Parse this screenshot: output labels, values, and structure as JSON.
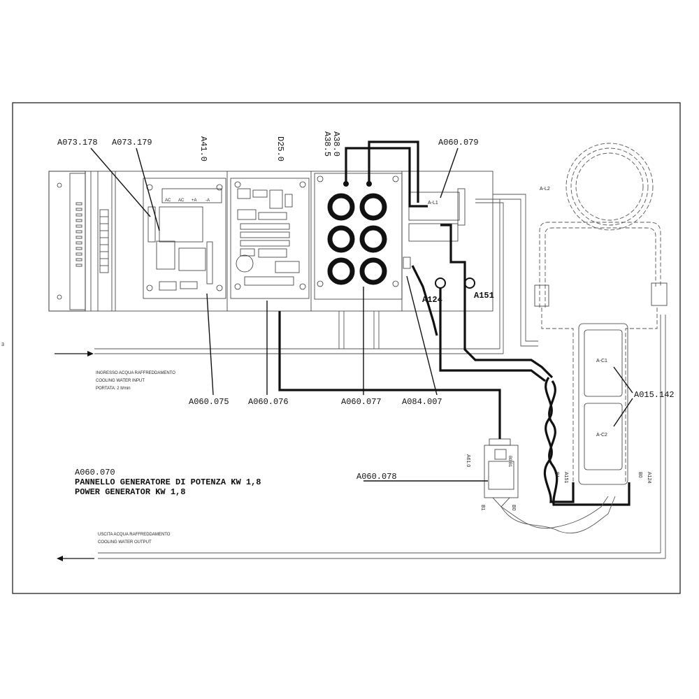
{
  "side_mark": "3",
  "parts": {
    "a073_178": "A073.178",
    "a073_179": "A073.179",
    "a41": "A41.0",
    "d25": "D25.0",
    "a38_0": "A38.0",
    "a38_5": "A38.5",
    "a060_079": "A060.079",
    "a_l1": "A-L1",
    "a_l2": "A-L2",
    "a124_top": "A124",
    "a151_top": "A151",
    "a060_075": "A060.075",
    "a060_076": "A060.076",
    "a060_077": "A060.077",
    "a084_007": "A084.007",
    "a015_142": "A015.142",
    "a_c1": "A-C1",
    "a_c2": "A-C2",
    "a61": "A61.0",
    "a060_078": "A060.078",
    "b1_left": "B1",
    "b0_left": "B0",
    "a151_bottom": "A151",
    "b1_right": "B1",
    "b0_right": "B0",
    "a124_right": "A124",
    "b0_b1_module": "B0 B1"
  },
  "water_in": {
    "line1": "INGRESSO ACQUA RAFFREDDAMENTO",
    "line2": "COOLING WATER INPUT",
    "line3": "PORTATA: 2 lt/min"
  },
  "water_out": {
    "line1": "USCITA ACQUA RAFFREDDAMENTO",
    "line2": "COOLING WATER OUTPUT"
  },
  "title": {
    "code": "A060.070",
    "line_it": "PANNELLO GENERATORE DI POTENZA KW 1,8",
    "line_en": "POWER GENERATOR KW 1,8"
  },
  "board_labels": {
    "ac1": "AC",
    "ac2": "AC",
    "plus_a": "+A",
    "minus_a": "-A"
  }
}
